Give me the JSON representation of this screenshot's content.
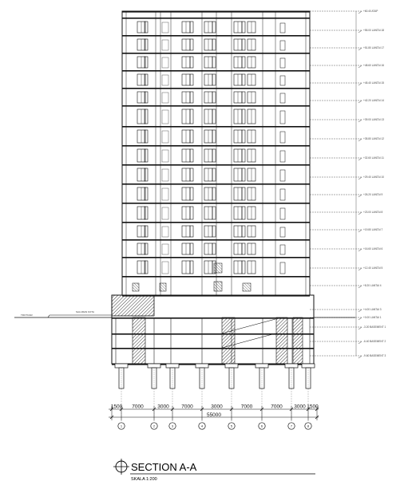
{
  "title": "SECTION A-A",
  "scale": "SKALA 1:200",
  "levels": [
    {
      "label": "+60.40 ATAP"
    },
    {
      "label": "+55.00 LANTAI 18"
    },
    {
      "label": "+51.80 LANTAI 17"
    },
    {
      "label": "+48.60 LANTAI 16"
    },
    {
      "label": "+45.40 LANTAI 15"
    },
    {
      "label": "+42.20 LANTAI 14"
    },
    {
      "label": "+39.00 LANTAI 13"
    },
    {
      "label": "+35.80 LANTAI 12"
    },
    {
      "label": "+32.60 LANTAI 11"
    },
    {
      "label": "+29.40 LANTAI 10"
    },
    {
      "label": "+26.20 LANTAI 9"
    },
    {
      "label": "+23.00 LANTAI 8"
    },
    {
      "label": "+19.80 LANTAI 7"
    },
    {
      "label": "+16.60 LANTAI 6"
    },
    {
      "label": "+12.40 LANTAI 5"
    },
    {
      "label": "+8.20 LANTAI 4"
    },
    {
      "label": "+4.00 LANTAI 3"
    },
    {
      "label": "+0.00 LANTAI 1"
    },
    {
      "label": "-3.20 BASEMENT 1"
    },
    {
      "label": "-6.40 BASEMENT 2"
    },
    {
      "label": "-9.60 BASEMENT 3"
    }
  ],
  "ground_notes": [
    "TROTOAR",
    "SALURAN KOTA"
  ],
  "dimensions": [
    "1500",
    "7000",
    "3000",
    "7000",
    "3000",
    "7000",
    "7000",
    "3000",
    "1500"
  ],
  "total_dimension": "55000",
  "grid_axes": [
    "1",
    "2",
    "3",
    "4",
    "5",
    "6",
    "7",
    "8"
  ]
}
